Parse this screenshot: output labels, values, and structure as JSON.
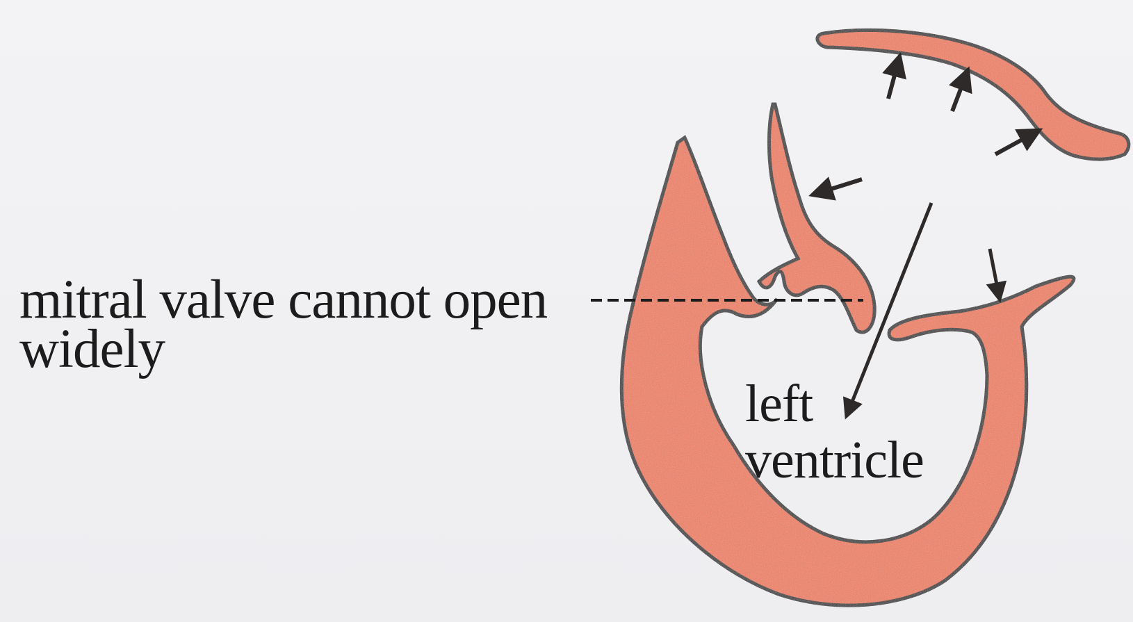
{
  "labels": {
    "mitral_line1": "mitral valve cannot open",
    "mitral_line2": "widely",
    "lv_line1": "left",
    "lv_line2": "ventricle"
  },
  "colors": {
    "background": "#f1f1f3",
    "muscle_fill": "#e8785a",
    "muscle_outline": "#2e2a2a",
    "text": "#1c1c1c"
  }
}
